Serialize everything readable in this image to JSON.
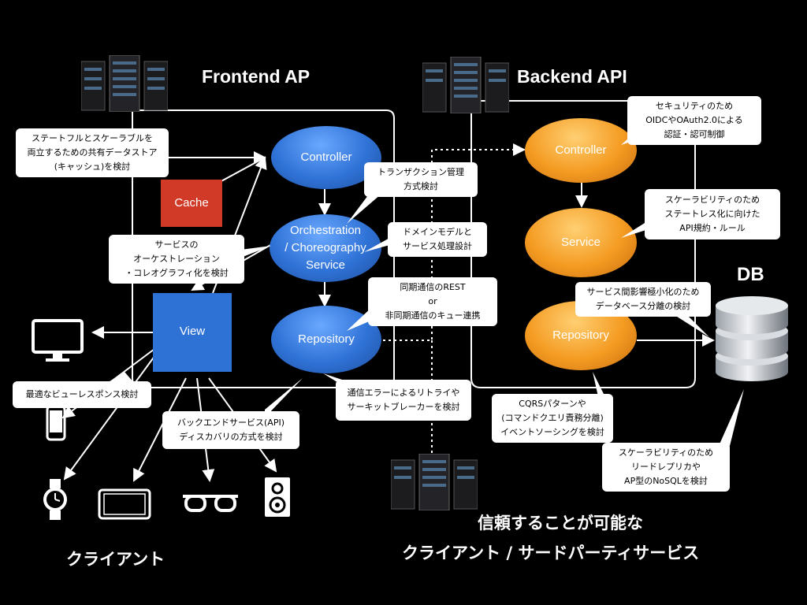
{
  "titles": {
    "frontend": "Frontend AP",
    "backend": "Backend API",
    "db": "DB",
    "clients": "クライアント",
    "third_party_line1": "信頼することが可能な",
    "third_party_line2": "クライアント / サードパーティサービス"
  },
  "nodes": {
    "cache": "Cache",
    "view": "View",
    "fe_controller": "Controller",
    "fe_orchestration": "Orchestration\n/ Choreography\nService",
    "fe_repository": "Repository",
    "be_controller": "Controller",
    "be_service": "Service",
    "be_repository": "Repository"
  },
  "notes": {
    "shared_store": "ステートフルとスケーラブルを\n両立するための共有データストア\n(キャッシュ)を検討",
    "transaction": "トランザクション管理\n方式検討",
    "domain_model": "ドメインモデルと\nサービス処理設計",
    "orchestration": "サービスの\nオーケストレーション\n・コレオグラフィ化を検討",
    "sync_async": "同期通信のREST\nor\n非同期通信のキュー連携",
    "view_response": "最適なビューレスポンス検討",
    "retry": "通信エラーによるリトライや\nサーキットブレーカーを検討",
    "discovery": "バックエンドサービス(API)\nディスカバリの方式を検討",
    "security": "セキュリティのため\nOIDCやOAuth2.0による\n認証・認可制御",
    "stateless": "スケーラビリティのため\nステートレス化に向けた\nAPI規約・ルール",
    "db_split": "サービス間影響極小化のため\nデータベース分離の検討",
    "cqrs": "CQRSパターンや\n(コマンドクエリ責務分離)\nイベントソーシングを検討",
    "replica": "スケーラビリティのため\nリードレプリカや\nAP型のNoSQLを検討"
  },
  "icons": [
    "server-rack-icon",
    "monitor-icon",
    "smartphone-icon",
    "smartwatch-icon",
    "tablet-icon",
    "glasses-icon",
    "speaker-icon",
    "database-icon"
  ],
  "colors": {
    "background": "#000000",
    "frontend_node": "#2f72d6",
    "backend_node": "#f49b22",
    "cache": "#d03a26",
    "view": "#2f72d6",
    "note": "#ffffff"
  }
}
